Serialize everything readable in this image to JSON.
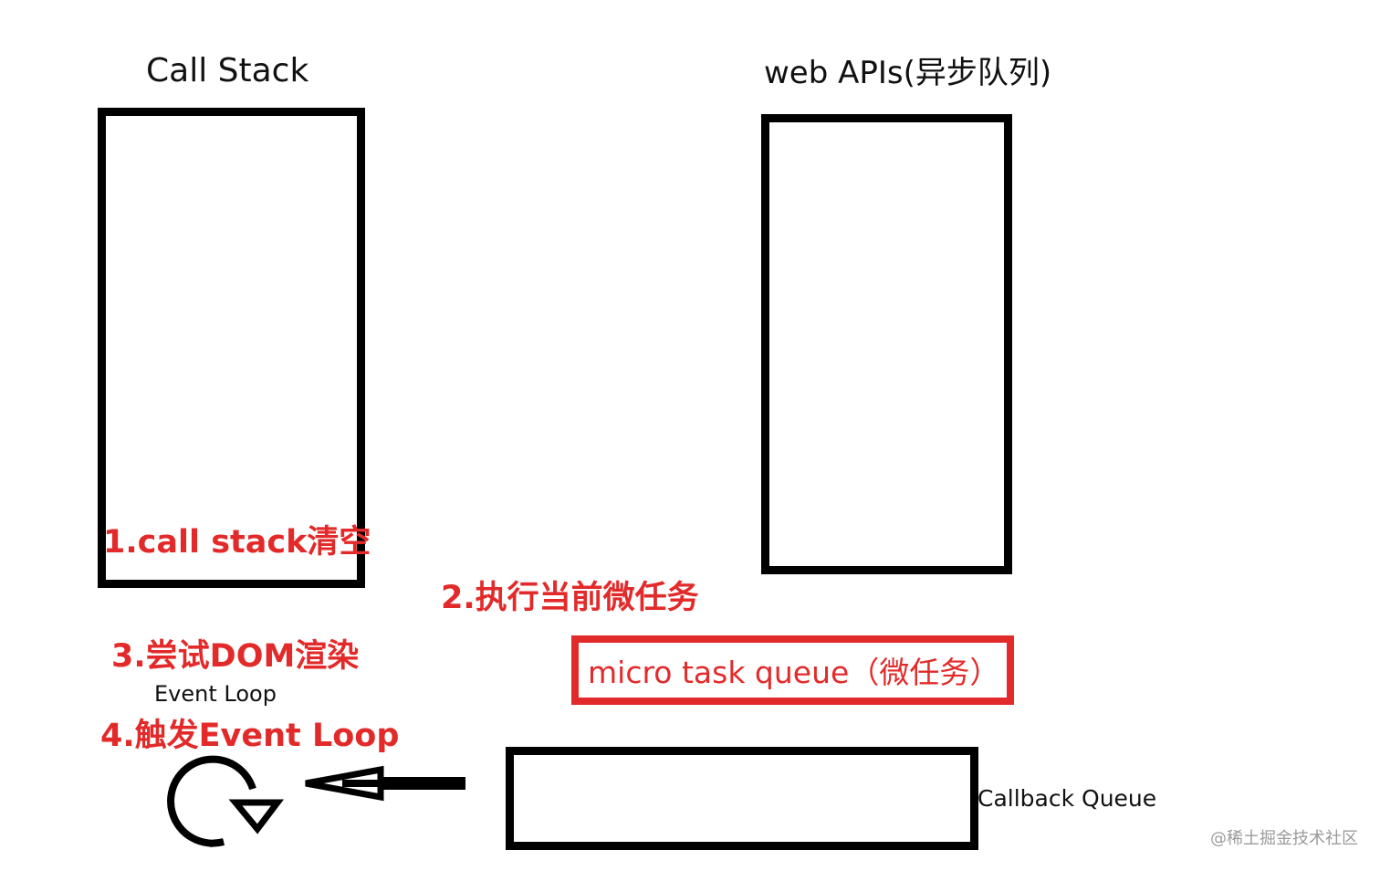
{
  "diagram": {
    "title_call_stack": "Call Stack",
    "title_web_apis": "web APIs(异步队列)",
    "label_callback_queue": "Callback Queue",
    "label_event_loop": "Event Loop",
    "micro_queue_label": "micro task queue（微任务）",
    "steps": {
      "step1": "1.call stack清空",
      "step2": "2.执行当前微任务",
      "step3": "3.尝试DOM渲染",
      "step4": "4.触发Event Loop"
    },
    "watermark": "@稀土掘金技术社区",
    "colors": {
      "accent_red": "#e32a2a",
      "stroke_black": "#000000"
    },
    "icons": {
      "loop": "circular-arrow-icon",
      "arrow": "left-arrow-icon"
    }
  }
}
